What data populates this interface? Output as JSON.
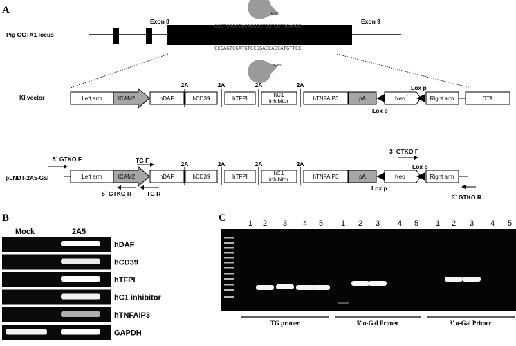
{
  "panels": {
    "a": "A",
    "b": "B",
    "c": "C"
  },
  "locus": {
    "label": "Pig GGTA1 locus",
    "exon8": "Exon 8",
    "exon9": "Exon 9",
    "seq_top": "GGCTCAGCTACAGGCCTGGTGGTACAAGG",
    "seq_bottom": "CCGAGTCGATGTCCGGACCACCATGTTCC",
    "enzyme": "FokI"
  },
  "ki_vector": {
    "label": "KI vector",
    "elements": [
      "Left arm",
      "ICAM2",
      "hDAF",
      "hCD39",
      "hTFPI",
      "hC1 inhibitor",
      "hTNFAIP3",
      "pA",
      "Neo",
      "Right arm",
      "DTA"
    ],
    "linker": "2A",
    "loxp": "Lox p",
    "neo_sup": "r"
  },
  "pldnt": {
    "label": "pLNDT-2A5-Gal",
    "elements": [
      "Left arm",
      "ICAM2",
      "hDAF",
      "hCD39",
      "hTFPI",
      "hC1 inhibitor",
      "hTNFAIP3",
      "pA",
      "Neo",
      "Right arm"
    ],
    "primers": {
      "gtko5f": "5` GTKO F",
      "gtko5r": "5` GTKO R",
      "tgf": "TG F",
      "tgr": "TG R",
      "gtko3f": "3` GTKO F",
      "gtko3r": "3` GTKO R"
    }
  },
  "gel_b": {
    "cols": [
      "Mock",
      "2A5"
    ],
    "rows": [
      "hDAF",
      "hCD39",
      "hTFPI",
      "hC1 inhibitor",
      "hTNFAIP3",
      "GAPDH"
    ],
    "mock_band": [
      0,
      0,
      0,
      0,
      0,
      1
    ],
    "intensity_2a5": [
      1.0,
      0.85,
      1.0,
      0.9,
      0.45,
      1.0
    ]
  },
  "gel_c": {
    "lanes": [
      "1",
      "2",
      "3",
      "4",
      "5",
      "1",
      "2",
      "3",
      "4",
      "5",
      "1",
      "2",
      "3",
      "4",
      "5"
    ],
    "groups": [
      "TG primer",
      "5’ α-Gal Primer",
      "3’ α-Gal Primer"
    ]
  }
}
